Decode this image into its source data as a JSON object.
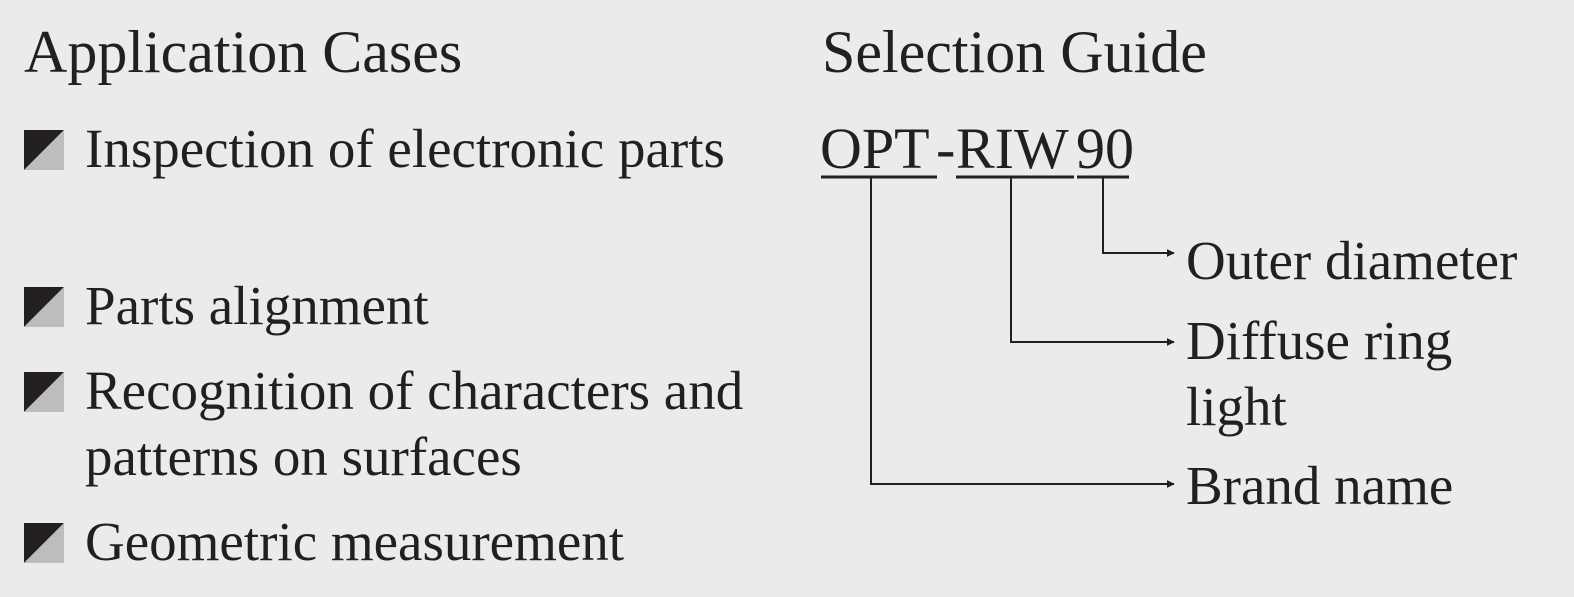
{
  "application_cases": {
    "title": "Application Cases",
    "items": [
      {
        "label": "Inspection of electronic parts"
      },
      {
        "label": "Parts alignment"
      },
      {
        "label": "Recognition of characters and patterns on surfaces"
      },
      {
        "label": "Geometric measurement"
      }
    ]
  },
  "selection_guide": {
    "title": "Selection Guide",
    "code": {
      "prefix": "OPT",
      "separator": "-",
      "model": "RIW",
      "size": "90"
    },
    "descriptions": {
      "size": "Outer diameter",
      "model": "Diffuse ring\nlight",
      "prefix": "Brand name"
    }
  },
  "colors": {
    "background": "#ebebeb",
    "text": "#231f20",
    "bullet_dark": "#231f20",
    "bullet_light": "#bcbdbf"
  }
}
